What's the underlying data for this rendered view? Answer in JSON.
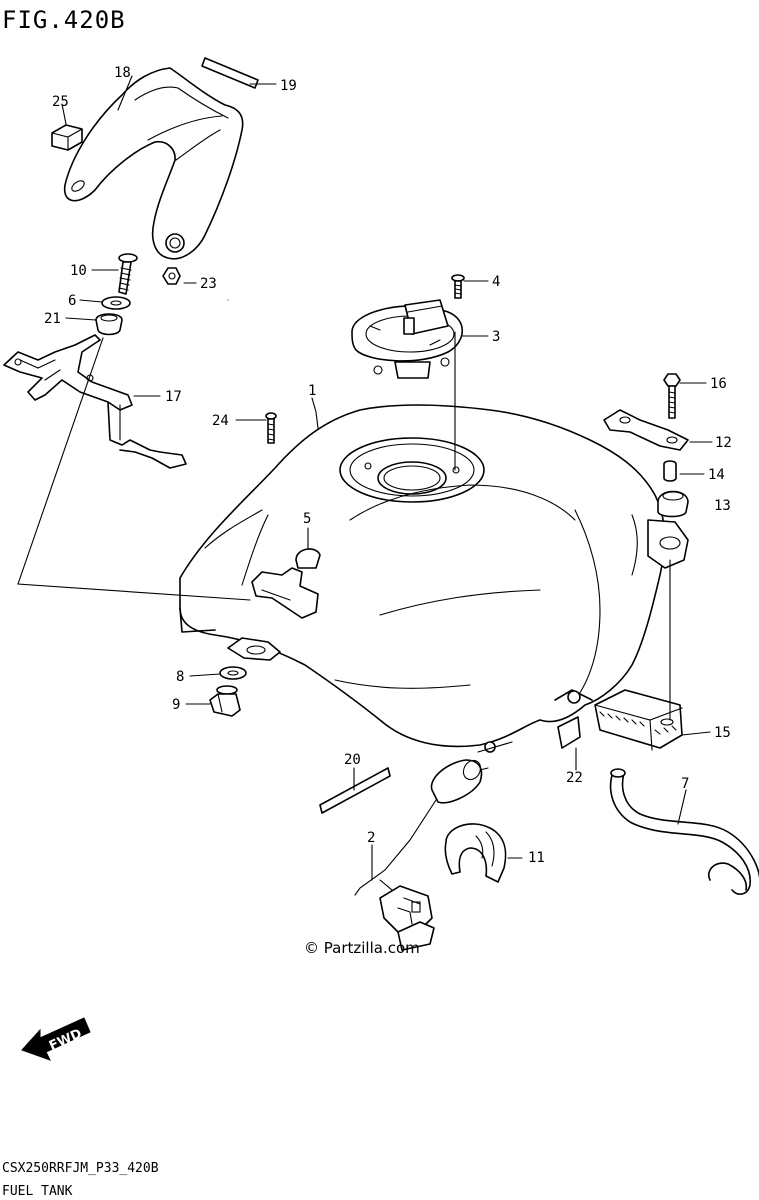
{
  "figure": {
    "title": "FIG.420B",
    "code": "CSX250RRFJM_P33_420B",
    "caption": "FUEL TANK",
    "watermark": "© Partzilla.com",
    "direction": "FWD"
  },
  "callouts": {
    "c1": "1",
    "c2": "2",
    "c3": "3",
    "c4": "4",
    "c5": "5",
    "c6": "6",
    "c7": "7",
    "c8": "8",
    "c9": "9",
    "c10": "10",
    "c11": "11",
    "c12": "12",
    "c13": "13",
    "c14": "14",
    "c15": "15",
    "c16": "16",
    "c17": "17",
    "c18": "18",
    "c19": "19",
    "c20": "20",
    "c21": "21",
    "c22": "22",
    "c23": "23",
    "c24": "24",
    "c25": "25"
  }
}
